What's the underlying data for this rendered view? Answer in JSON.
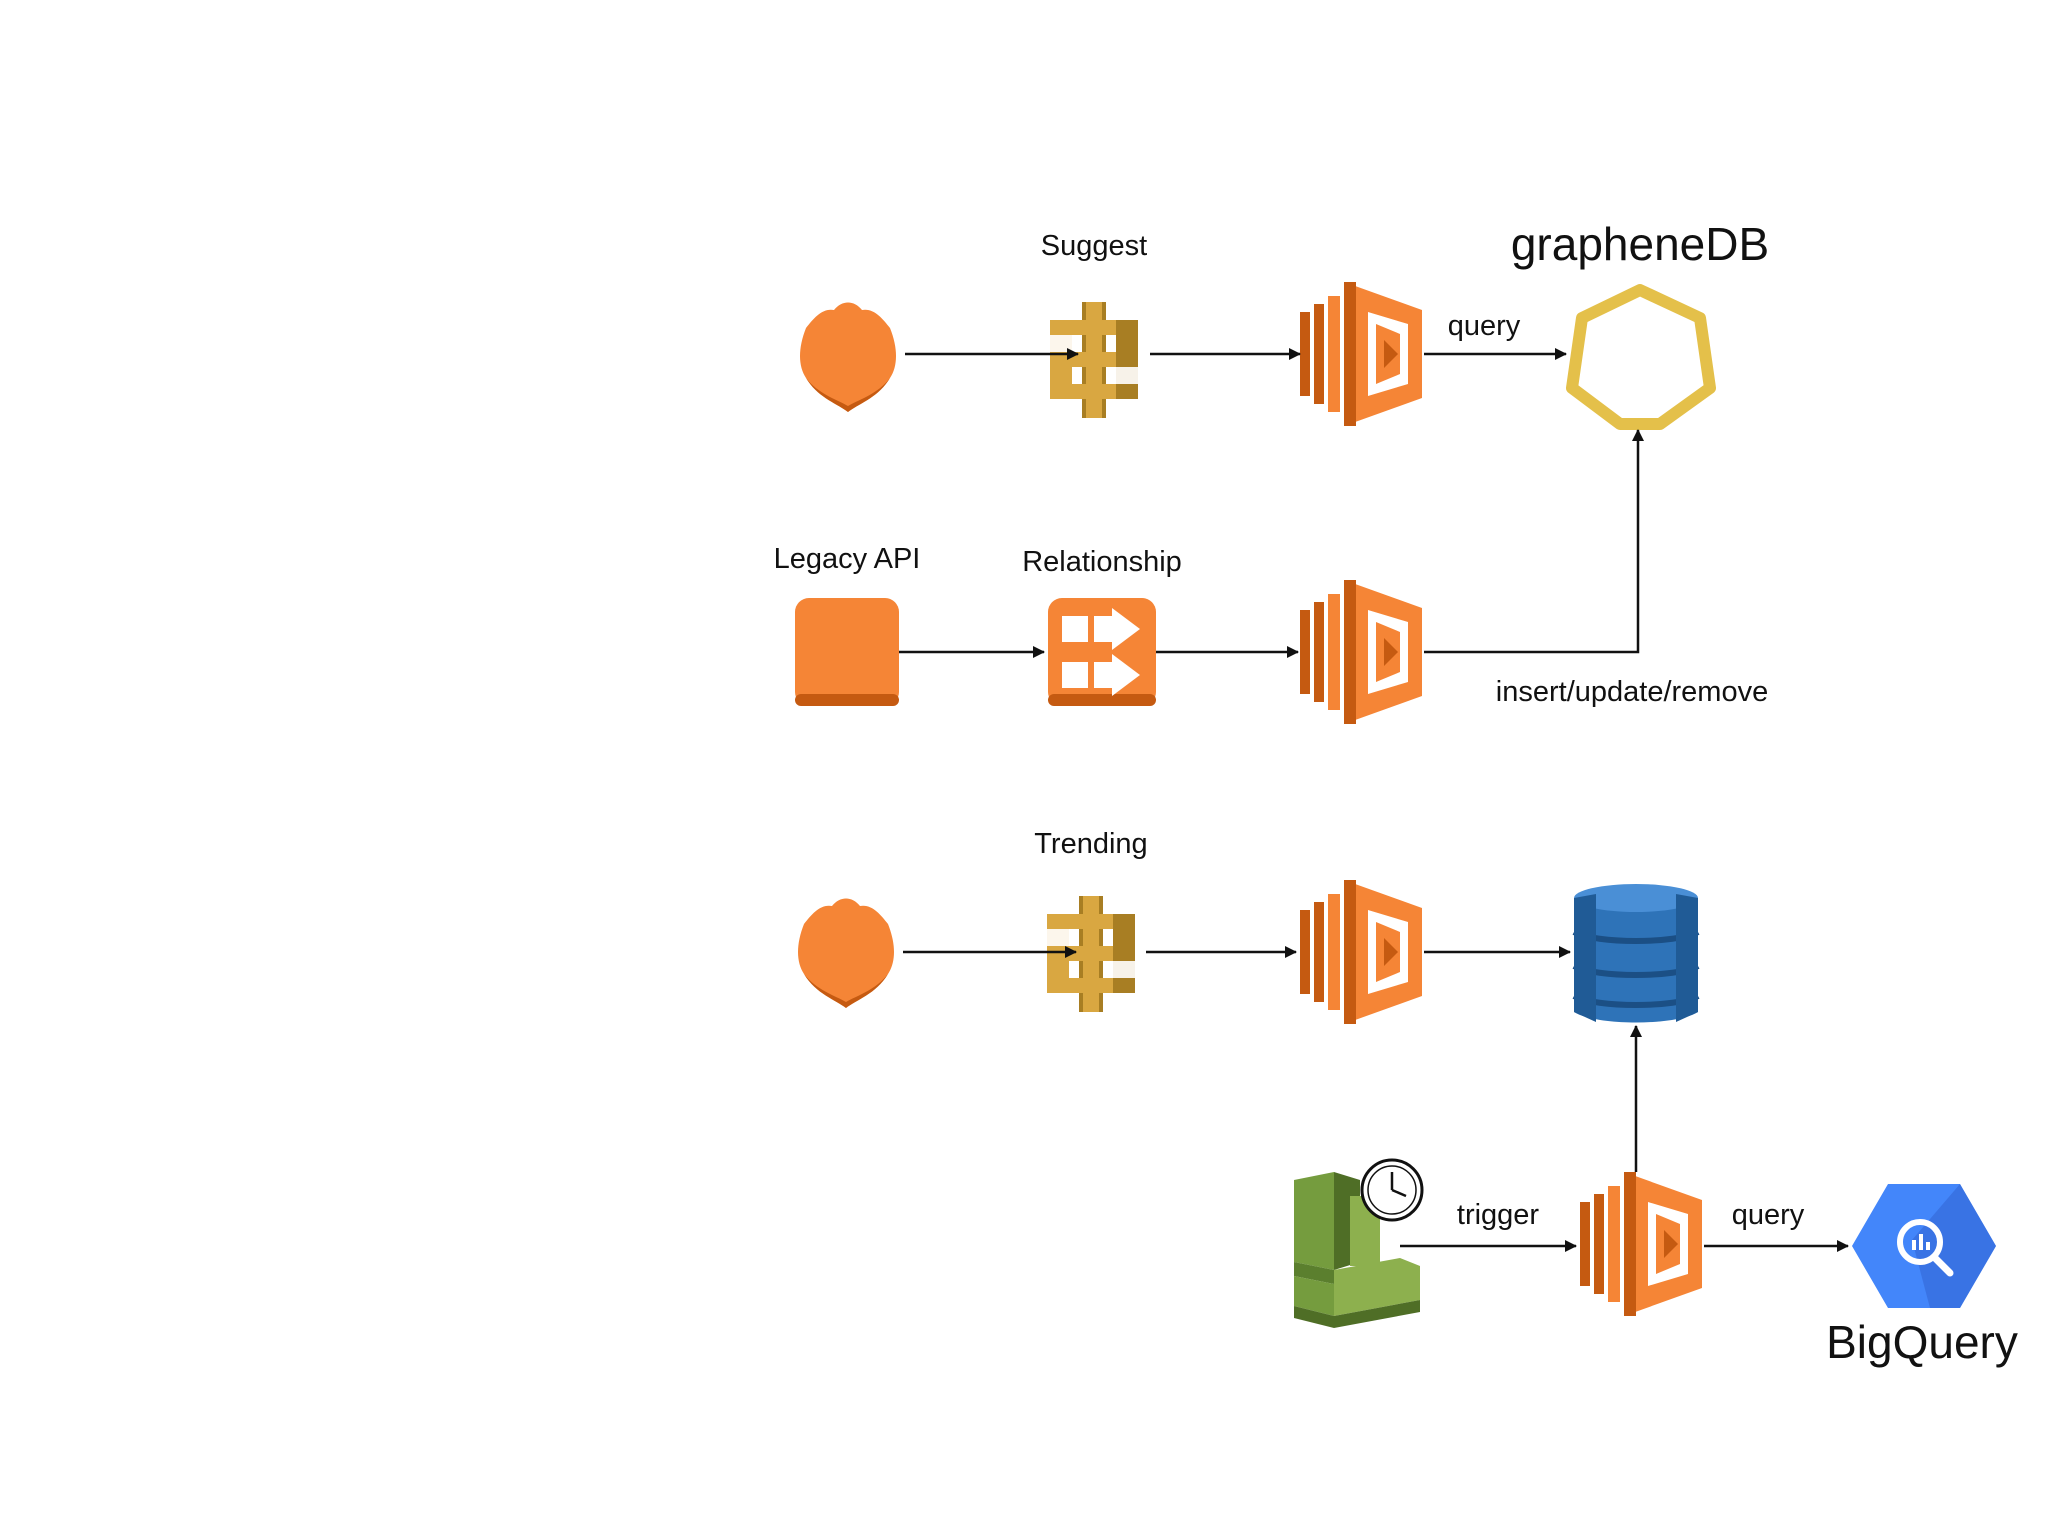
{
  "labels": {
    "suggest": "Suggest",
    "legacy_api": "Legacy API",
    "relationship": "Relationship",
    "trending": "Trending",
    "graphenedb": "grapheneDB",
    "bigquery": "BigQuery"
  },
  "edges": {
    "query_graph": "query",
    "insert_update_remove": "insert/update/remove",
    "trigger": "trigger",
    "query_bigquery": "query"
  },
  "icons": {
    "route53": "shield-icon",
    "api_gateway": "api-gateway-icon",
    "lambda": "lambda-icon",
    "graphenedb": "hexagon-icon",
    "legacy_api": "rounded-square-icon",
    "step_functions": "step-functions-icon",
    "dynamodb": "dynamodb-icon",
    "cloudwatch": "cloudwatch-clock-icon",
    "bigquery": "bigquery-icon"
  },
  "colors": {
    "aws_orange": "#F58536",
    "aws_orange_dark": "#C55A11",
    "api_gold": "#D9A741",
    "api_gold_dark": "#A87E23",
    "graph_ring": "#E4C04A",
    "dynamo_blue": "#2E73B8",
    "dynamo_dark": "#205B96",
    "cloudwatch_green": "#759C3E",
    "bigquery_blue": "#4386FA"
  }
}
